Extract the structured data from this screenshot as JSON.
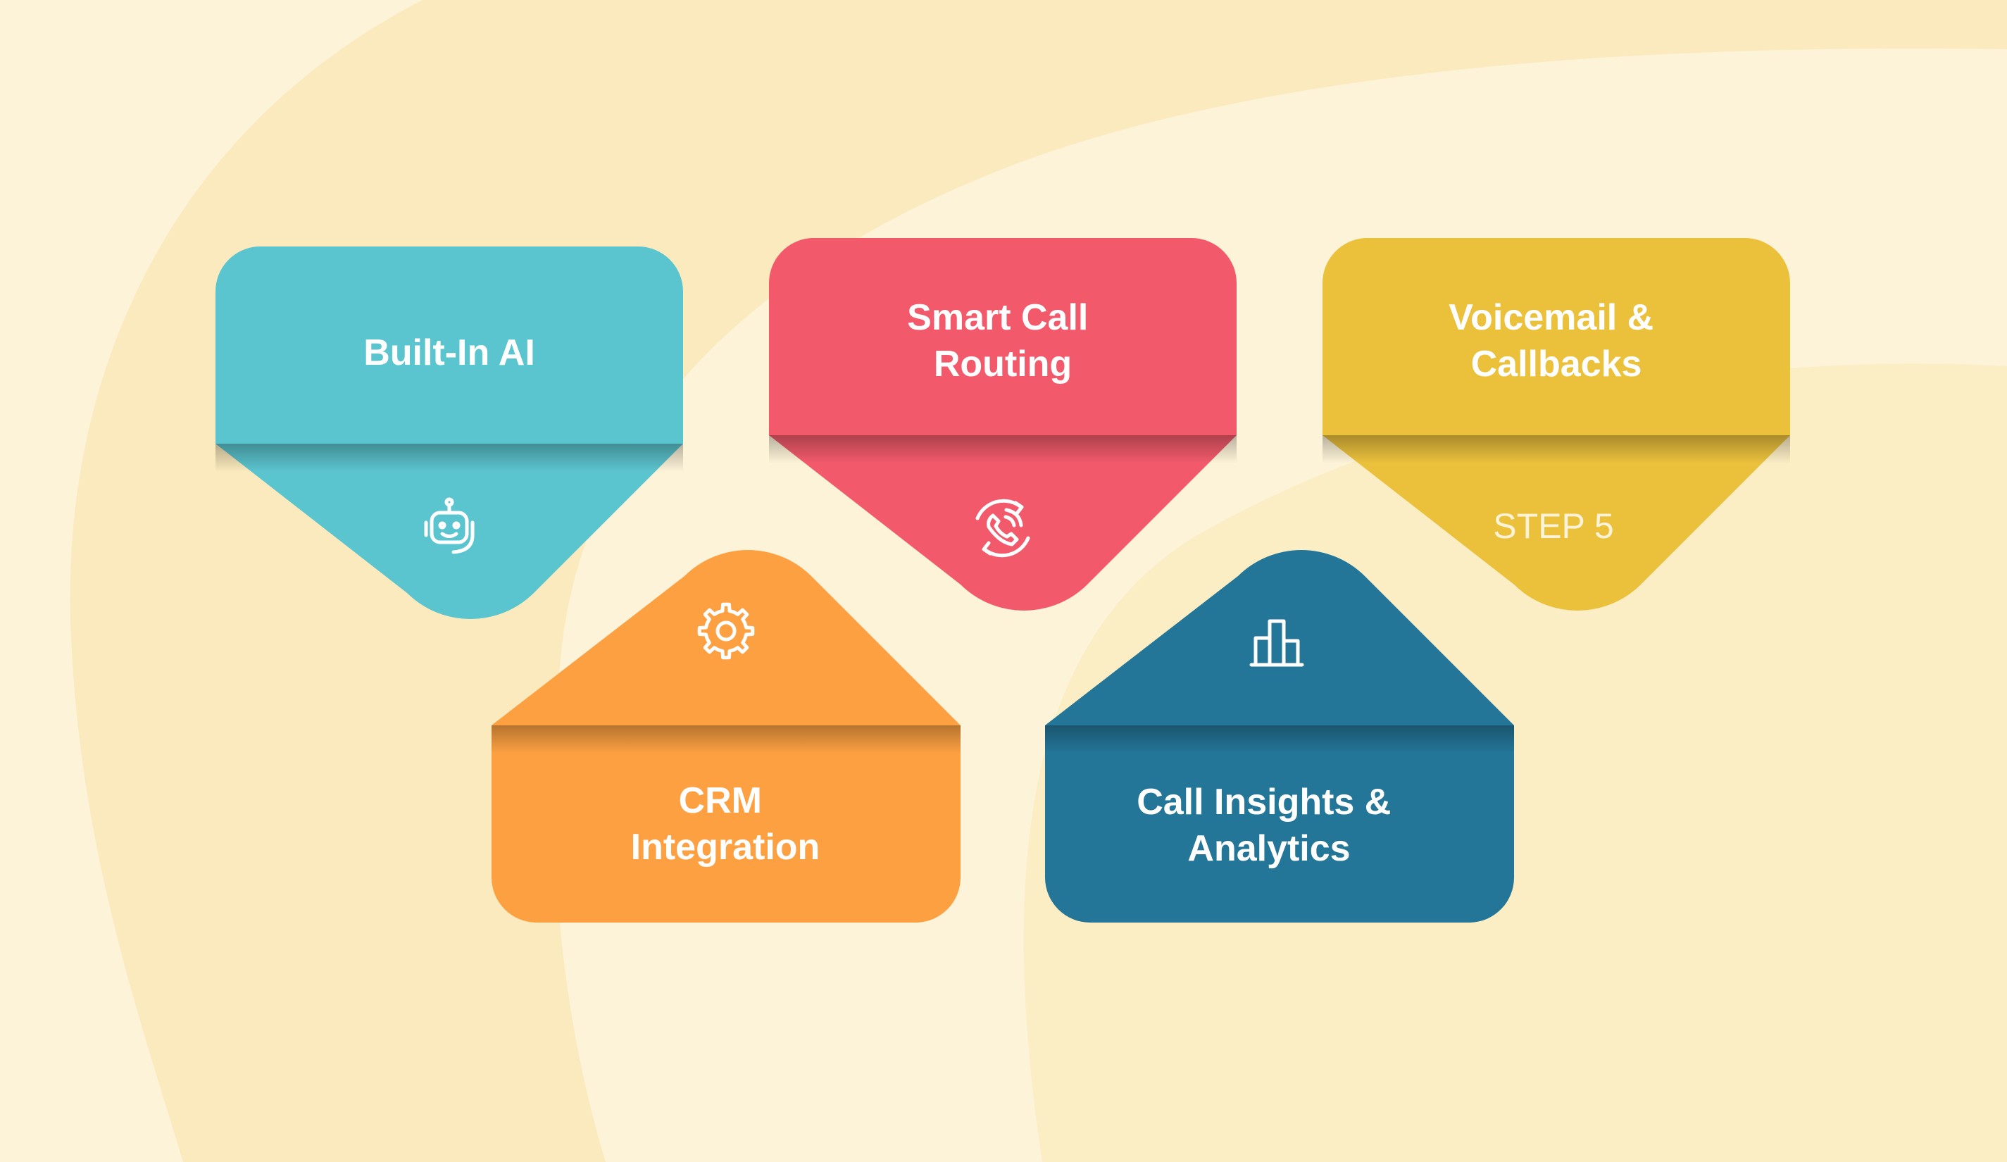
{
  "colors": {
    "background": "#fdf3d8",
    "background_shape": "#fae7b4",
    "teal": "#5bc5cf",
    "red": "#f25a6b",
    "yellow": "#ebc13c",
    "orange": "#fda042",
    "navy": "#247699"
  },
  "cards": [
    {
      "id": "built-in-ai",
      "title_lines": [
        "Built-In AI"
      ],
      "color": "#5bc5cf",
      "icon": "robot-headset-icon",
      "step": ""
    },
    {
      "id": "smart-call-routing",
      "title_lines": [
        "Smart Call",
        "Routing"
      ],
      "color": "#f25a6b",
      "icon": "phone-refresh-icon",
      "step": ""
    },
    {
      "id": "voicemail-callbacks",
      "title_lines": [
        "Voicemail &",
        "Callbacks"
      ],
      "color": "#ebc13c",
      "icon": "",
      "step": "STEP 5"
    },
    {
      "id": "crm-integration",
      "title_lines": [
        "CRM",
        "Integration"
      ],
      "color": "#fda042",
      "icon": "gear-icon",
      "step": ""
    },
    {
      "id": "call-insights-analytics",
      "title_lines": [
        "Call Insights &",
        "Analytics"
      ],
      "color": "#247699",
      "icon": "bar-chart-icon",
      "step": ""
    }
  ]
}
